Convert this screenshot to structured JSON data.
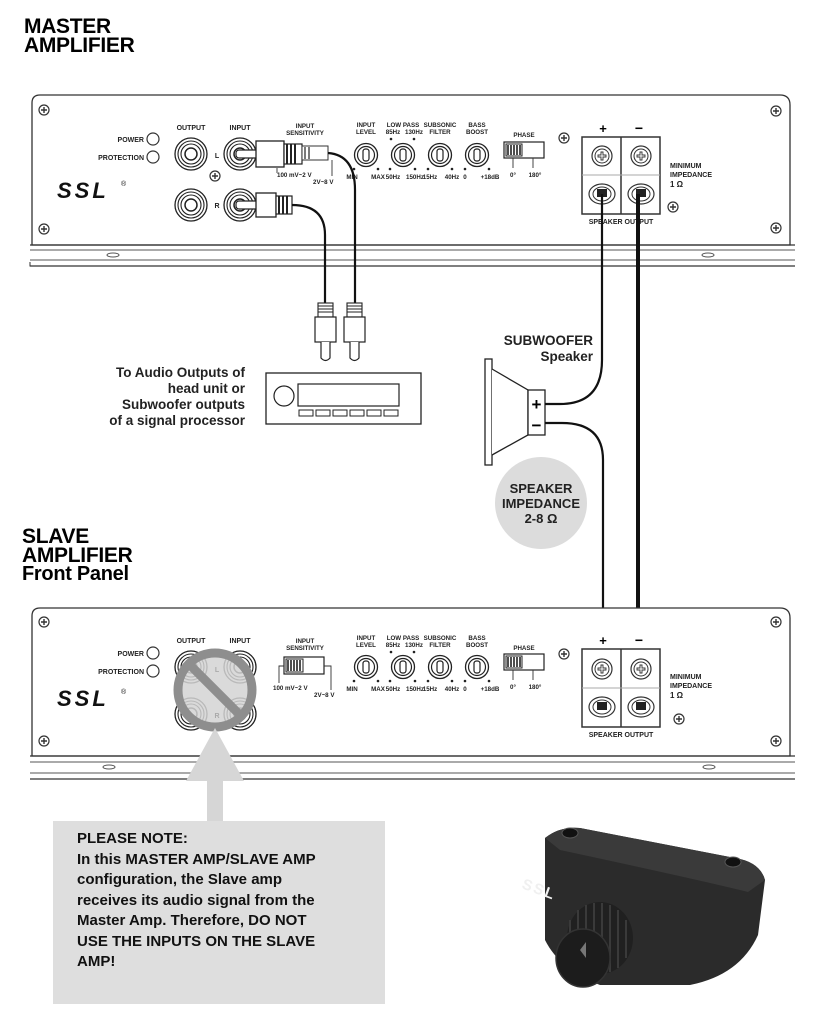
{
  "master": {
    "heading_line1": "MASTER",
    "heading_line2": "AMPLIFIER"
  },
  "slave": {
    "heading_line1": "SLAVE",
    "heading_line2": "AMPLIFIER",
    "heading_line3": "Front Panel"
  },
  "panel": {
    "brand": "SSL",
    "registered": "®",
    "power_label": "POWER",
    "protection_label": "PROTECTION",
    "output_label": "OUTPUT",
    "input_label": "INPUT",
    "channel_left": "L",
    "channel_right": "R",
    "input_sensitivity_line1": "INPUT",
    "input_sensitivity_line2": "SENSITIVITY",
    "sens_low": "100 mV~2 V",
    "sens_high": "2V~8 V",
    "input_level_line1": "INPUT",
    "input_level_line2": "LEVEL",
    "input_level_min": "MIN",
    "input_level_max": "MAX",
    "low_pass_label": "LOW PASS",
    "low_pass_top_left": "85Hz",
    "low_pass_top_right": "130Hz",
    "low_pass_min": "50Hz",
    "low_pass_max": "150Hz",
    "subsonic_line1": "SUBSONIC",
    "subsonic_line2": "FILTER",
    "subsonic_min": "15Hz",
    "subsonic_max": "40Hz",
    "bass_line1": "BASS",
    "bass_line2": "BOOST",
    "bass_min": "0",
    "bass_max": "+18dB",
    "phase_label": "PHASE",
    "phase_0": "0°",
    "phase_180": "180°",
    "plus": "+",
    "minus": "−",
    "speaker_output_label": "SPEAKER OUTPUT",
    "min_impedance_line1": "MINIMUM",
    "min_impedance_line2": "IMPEDANCE",
    "min_impedance_value": "1 Ω"
  },
  "head_unit": {
    "caption": [
      "To Audio Outputs of",
      "head unit or",
      "Subwoofer outputs",
      "of a signal processor"
    ]
  },
  "subwoofer": {
    "label_line1": "SUBWOOFER",
    "label_line2": "Speaker",
    "plus": "+",
    "minus": "−",
    "impedance_line1": "SPEAKER",
    "impedance_line2": "IMPEDANCE",
    "impedance_value": "2-8 Ω"
  },
  "note": {
    "lines": [
      "PLEASE NOTE:",
      "In this MASTER AMP/SLAVE AMP",
      "configuration, the  Slave amp",
      "receives its audio signal from the",
      "Master Amp. Therefore, DO NOT",
      "USE THE INPUTS ON THE SLAVE",
      "AMP!"
    ]
  },
  "remote": {
    "brand": "SSL"
  },
  "colors": {
    "note_bg": "#dedede",
    "badge_bg": "#dcdcdc",
    "remote_body": "#2b2b2b",
    "prohibit": "#8e8e8e"
  }
}
